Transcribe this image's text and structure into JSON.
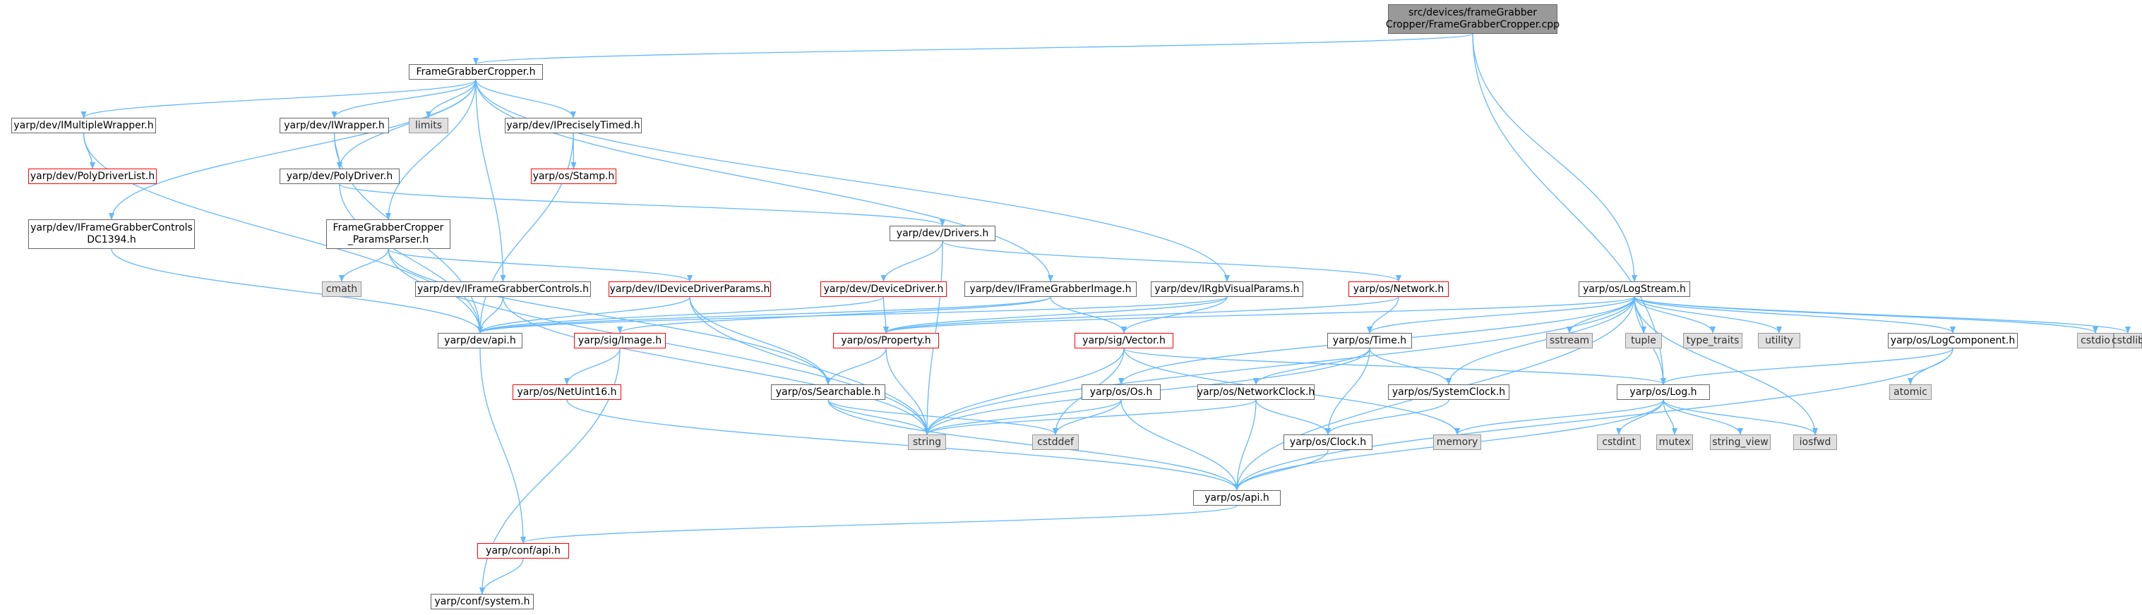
{
  "colors": {
    "edge": "#63b8ff",
    "border": "#666666",
    "redBorder": "#ff0000",
    "systemFill": "#e0e0e0",
    "rootFill": "#999999"
  },
  "nodes": [
    {
      "id": "root",
      "label": "src/devices/frameGrabber\nCropper/FrameGrabberCropper.cpp",
      "kind": "root"
    },
    {
      "id": "fgc_h",
      "label": "FrameGrabberCropper.h",
      "kind": "normal"
    },
    {
      "id": "imw",
      "label": "yarp/dev/IMultipleWrapper.h",
      "kind": "normal"
    },
    {
      "id": "iw",
      "label": "yarp/dev/IWrapper.h",
      "kind": "normal"
    },
    {
      "id": "limits",
      "label": "limits",
      "kind": "sys"
    },
    {
      "id": "ipt",
      "label": "yarp/dev/IPreciselyTimed.h",
      "kind": "normal"
    },
    {
      "id": "pdl",
      "label": "yarp/dev/PolyDriverList.h",
      "kind": "red"
    },
    {
      "id": "pd",
      "label": "yarp/dev/PolyDriver.h",
      "kind": "normal"
    },
    {
      "id": "stamp",
      "label": "yarp/os/Stamp.h",
      "kind": "red"
    },
    {
      "id": "ifgc1394",
      "label": "yarp/dev/IFrameGrabberControls\nDC1394.h",
      "kind": "normal"
    },
    {
      "id": "fgcpp",
      "label": "FrameGrabberCropper\n_ParamsParser.h",
      "kind": "normal"
    },
    {
      "id": "drivers",
      "label": "yarp/dev/Drivers.h",
      "kind": "normal"
    },
    {
      "id": "cmath",
      "label": "cmath",
      "kind": "sys"
    },
    {
      "id": "ifgc",
      "label": "yarp/dev/IFrameGrabberControls.h",
      "kind": "normal"
    },
    {
      "id": "idp",
      "label": "yarp/dev/IDeviceDriverParams.h",
      "kind": "red"
    },
    {
      "id": "dd",
      "label": "yarp/dev/DeviceDriver.h",
      "kind": "red"
    },
    {
      "id": "ifgi",
      "label": "yarp/dev/IFrameGrabberImage.h",
      "kind": "normal"
    },
    {
      "id": "irgb",
      "label": "yarp/dev/IRgbVisualParams.h",
      "kind": "normal"
    },
    {
      "id": "net",
      "label": "yarp/os/Network.h",
      "kind": "red"
    },
    {
      "id": "logstream",
      "label": "yarp/os/LogStream.h",
      "kind": "normal"
    },
    {
      "id": "devapi",
      "label": "yarp/dev/api.h",
      "kind": "normal"
    },
    {
      "id": "image",
      "label": "yarp/sig/Image.h",
      "kind": "red"
    },
    {
      "id": "prop",
      "label": "yarp/os/Property.h",
      "kind": "red"
    },
    {
      "id": "vector",
      "label": "yarp/sig/Vector.h",
      "kind": "red"
    },
    {
      "id": "time",
      "label": "yarp/os/Time.h",
      "kind": "normal"
    },
    {
      "id": "sstream",
      "label": "sstream",
      "kind": "sys"
    },
    {
      "id": "tuple",
      "label": "tuple",
      "kind": "sys"
    },
    {
      "id": "typetraits",
      "label": "type_traits",
      "kind": "sys"
    },
    {
      "id": "utility",
      "label": "utility",
      "kind": "sys"
    },
    {
      "id": "logcomp",
      "label": "yarp/os/LogComponent.h",
      "kind": "normal"
    },
    {
      "id": "cstdio",
      "label": "cstdio",
      "kind": "sys"
    },
    {
      "id": "cstdlib",
      "label": "cstdlib",
      "kind": "sys"
    },
    {
      "id": "netuint",
      "label": "yarp/os/NetUint16.h",
      "kind": "red"
    },
    {
      "id": "searchable",
      "label": "yarp/os/Searchable.h",
      "kind": "normal"
    },
    {
      "id": "os",
      "label": "yarp/os/Os.h",
      "kind": "normal"
    },
    {
      "id": "netclock",
      "label": "yarp/os/NetworkClock.h",
      "kind": "normal"
    },
    {
      "id": "sysclock",
      "label": "yarp/os/SystemClock.h",
      "kind": "normal"
    },
    {
      "id": "log",
      "label": "yarp/os/Log.h",
      "kind": "normal"
    },
    {
      "id": "atomic",
      "label": "atomic",
      "kind": "sys"
    },
    {
      "id": "string",
      "label": "string",
      "kind": "sys"
    },
    {
      "id": "cstddef",
      "label": "cstddef",
      "kind": "sys"
    },
    {
      "id": "clock",
      "label": "yarp/os/Clock.h",
      "kind": "normal"
    },
    {
      "id": "memory",
      "label": "memory",
      "kind": "sys"
    },
    {
      "id": "cstdint",
      "label": "cstdint",
      "kind": "sys"
    },
    {
      "id": "mutex",
      "label": "mutex",
      "kind": "sys"
    },
    {
      "id": "stringview",
      "label": "string_view",
      "kind": "sys"
    },
    {
      "id": "iosfwd",
      "label": "iosfwd",
      "kind": "sys"
    },
    {
      "id": "osapi",
      "label": "yarp/os/api.h",
      "kind": "normal"
    },
    {
      "id": "confapi",
      "label": "yarp/conf/api.h",
      "kind": "red"
    },
    {
      "id": "confsys",
      "label": "yarp/conf/system.h",
      "kind": "normal"
    }
  ],
  "edges": [
    [
      "root",
      "fgc_h"
    ],
    [
      "root",
      "logstream"
    ],
    [
      "root",
      "log"
    ],
    [
      "fgc_h",
      "imw"
    ],
    [
      "fgc_h",
      "iw"
    ],
    [
      "fgc_h",
      "limits"
    ],
    [
      "fgc_h",
      "ipt"
    ],
    [
      "fgc_h",
      "pd"
    ],
    [
      "fgc_h",
      "ifgc1394"
    ],
    [
      "fgc_h",
      "fgcpp"
    ],
    [
      "fgc_h",
      "ifgc"
    ],
    [
      "fgc_h",
      "ifgi"
    ],
    [
      "fgc_h",
      "irgb"
    ],
    [
      "imw",
      "pdl"
    ],
    [
      "imw",
      "devapi"
    ],
    [
      "iw",
      "pd"
    ],
    [
      "iw",
      "devapi"
    ],
    [
      "ipt",
      "stamp"
    ],
    [
      "ipt",
      "devapi"
    ],
    [
      "pd",
      "drivers"
    ],
    [
      "pd",
      "devapi"
    ],
    [
      "ifgc1394",
      "devapi"
    ],
    [
      "fgcpp",
      "cmath"
    ],
    [
      "fgcpp",
      "idp"
    ],
    [
      "fgcpp",
      "searchable"
    ],
    [
      "fgcpp",
      "string"
    ],
    [
      "drivers",
      "dd"
    ],
    [
      "drivers",
      "net"
    ],
    [
      "drivers",
      "string"
    ],
    [
      "ifgc",
      "devapi"
    ],
    [
      "ifgc",
      "string"
    ],
    [
      "idp",
      "devapi"
    ],
    [
      "idp",
      "searchable"
    ],
    [
      "idp",
      "string"
    ],
    [
      "dd",
      "devapi"
    ],
    [
      "dd",
      "prop"
    ],
    [
      "ifgi",
      "devapi"
    ],
    [
      "ifgi",
      "image"
    ],
    [
      "ifgi",
      "vector"
    ],
    [
      "irgb",
      "devapi"
    ],
    [
      "irgb",
      "vector"
    ],
    [
      "irgb",
      "prop"
    ],
    [
      "net",
      "prop"
    ],
    [
      "net",
      "time"
    ],
    [
      "logstream",
      "prop"
    ],
    [
      "logstream",
      "time"
    ],
    [
      "logstream",
      "sstream"
    ],
    [
      "logstream",
      "tuple"
    ],
    [
      "logstream",
      "typetraits"
    ],
    [
      "logstream",
      "utility"
    ],
    [
      "logstream",
      "logcomp"
    ],
    [
      "logstream",
      "cstdio"
    ],
    [
      "logstream",
      "cstdlib"
    ],
    [
      "logstream",
      "log"
    ],
    [
      "logstream",
      "os"
    ],
    [
      "logstream",
      "sysclock"
    ],
    [
      "logstream",
      "iosfwd"
    ],
    [
      "logstream",
      "osapi"
    ],
    [
      "logstream",
      "string"
    ],
    [
      "devapi",
      "confapi"
    ],
    [
      "image",
      "netuint"
    ],
    [
      "image",
      "confsys"
    ],
    [
      "prop",
      "searchable"
    ],
    [
      "prop",
      "string"
    ],
    [
      "vector",
      "string"
    ],
    [
      "vector",
      "cstddef"
    ],
    [
      "vector",
      "log"
    ],
    [
      "vector",
      "memory"
    ],
    [
      "time",
      "netclock"
    ],
    [
      "time",
      "sysclock"
    ],
    [
      "time",
      "clock"
    ],
    [
      "time",
      "string"
    ],
    [
      "logcomp",
      "atomic"
    ],
    [
      "logcomp",
      "log"
    ],
    [
      "logcomp",
      "osapi"
    ],
    [
      "netuint",
      "osapi"
    ],
    [
      "searchable",
      "string"
    ],
    [
      "searchable",
      "cstddef"
    ],
    [
      "searchable",
      "osapi"
    ],
    [
      "os",
      "string"
    ],
    [
      "os",
      "cstddef"
    ],
    [
      "os",
      "osapi"
    ],
    [
      "netclock",
      "clock"
    ],
    [
      "netclock",
      "string"
    ],
    [
      "netclock",
      "osapi"
    ],
    [
      "sysclock",
      "clock"
    ],
    [
      "log",
      "memory"
    ],
    [
      "log",
      "cstdint"
    ],
    [
      "log",
      "mutex"
    ],
    [
      "log",
      "stringview"
    ],
    [
      "log",
      "iosfwd"
    ],
    [
      "log",
      "osapi"
    ],
    [
      "clock",
      "osapi"
    ],
    [
      "osapi",
      "confapi"
    ],
    [
      "confapi",
      "confsys"
    ]
  ]
}
